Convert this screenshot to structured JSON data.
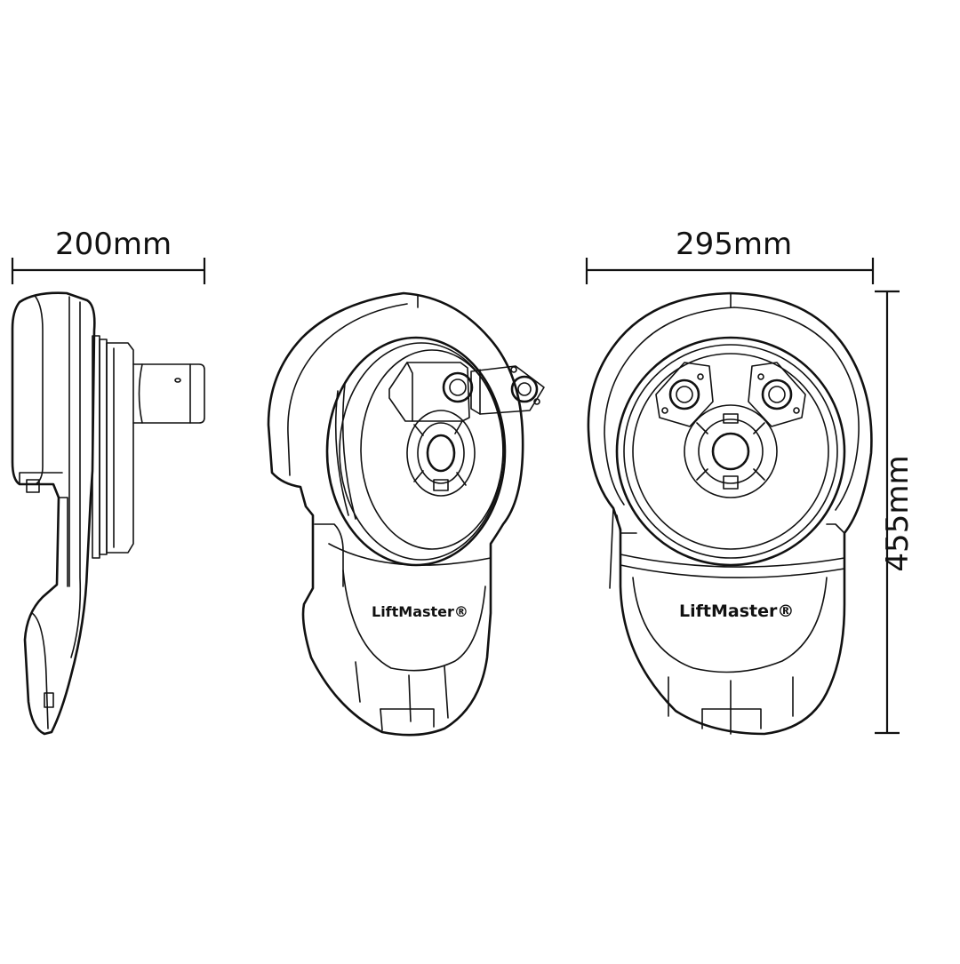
{
  "dimensions": {
    "side_width": "200mm",
    "front_width": "295mm",
    "height": "455mm"
  },
  "brand": {
    "logo_text": "LiftMaster",
    "trademark": "®"
  },
  "colors": {
    "line": "#111111",
    "background": "#ffffff"
  }
}
